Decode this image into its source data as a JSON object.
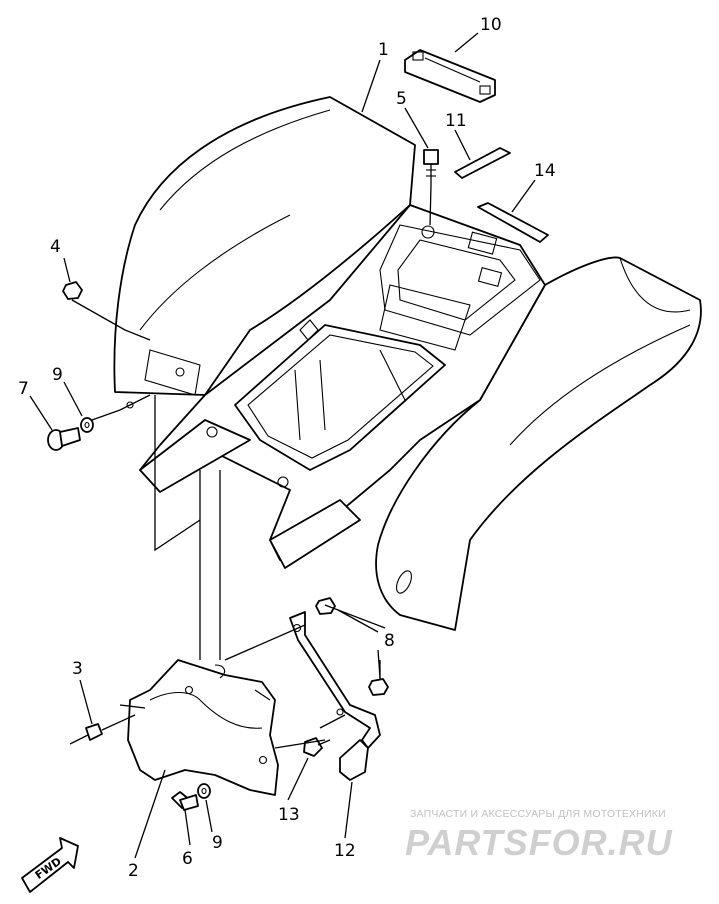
{
  "diagram": {
    "callouts": [
      {
        "id": "c1",
        "text": "1"
      },
      {
        "id": "c2",
        "text": "2"
      },
      {
        "id": "c3",
        "text": "3"
      },
      {
        "id": "c4",
        "text": "4"
      },
      {
        "id": "c5",
        "text": "5"
      },
      {
        "id": "c6",
        "text": "6"
      },
      {
        "id": "c7",
        "text": "7"
      },
      {
        "id": "c8",
        "text": "8"
      },
      {
        "id": "c9a",
        "text": "9"
      },
      {
        "id": "c9b",
        "text": "9"
      },
      {
        "id": "c10",
        "text": "10"
      },
      {
        "id": "c11",
        "text": "11"
      },
      {
        "id": "c12",
        "text": "12"
      },
      {
        "id": "c13",
        "text": "13"
      },
      {
        "id": "c14",
        "text": "14"
      }
    ],
    "direction_arrow": "FWD"
  },
  "watermark": {
    "caption": "ЗАПЧАСТИ И АКСЕССУАРЫ ДЛЯ МОТОТЕХНИКИ",
    "logo": "PARTSFOR.RU"
  }
}
